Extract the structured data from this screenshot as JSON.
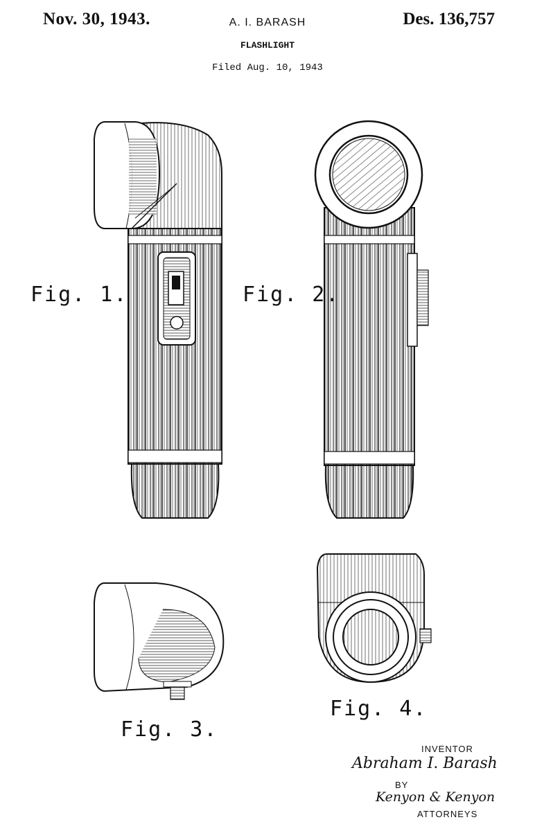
{
  "header": {
    "date": "Nov. 30, 1943.",
    "inventor_name": "A. I. BARASH",
    "patent_number": "Des. 136,757",
    "title": "FLASHLIGHT",
    "filed": "Filed Aug. 10, 1943"
  },
  "figures": [
    {
      "label": "Fig. 1.",
      "view": "front"
    },
    {
      "label": "Fig. 2.",
      "view": "side"
    },
    {
      "label": "Fig. 3.",
      "view": "top"
    },
    {
      "label": "Fig. 4.",
      "view": "head-end"
    }
  ],
  "signature": {
    "inventor_caption": "INVENTOR",
    "inventor_signature": "Abraham I. Barash",
    "by": "BY",
    "attorney_signature": "Kenyon & Kenyon",
    "attorneys_caption": "ATTORNEYS"
  },
  "colors": {
    "ink": "#111111",
    "paper": "#ffffff"
  }
}
